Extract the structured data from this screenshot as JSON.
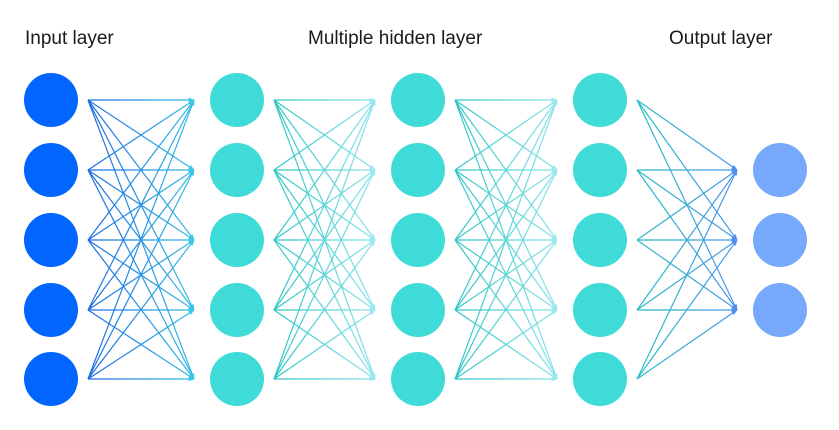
{
  "labels": {
    "input": "Input layer",
    "hidden": "Multiple hidden layer",
    "output": "Output layer"
  },
  "colors": {
    "input_node": "#0066ff",
    "hidden_node": "#3fdbd8",
    "output_node": "#76a8fb",
    "edge_from_input_start": "#1a63e0",
    "edge_from_input_end": "#39c9e6",
    "edge_hidden_start": "#24c2c0",
    "edge_hidden_end": "#9ae9f2",
    "edge_to_output_start": "#24c2c0",
    "edge_to_output_end": "#4f8ff0"
  },
  "network": {
    "layers": [
      {
        "role": "input",
        "nodes": 5
      },
      {
        "role": "hidden",
        "nodes": 5
      },
      {
        "role": "hidden",
        "nodes": 5
      },
      {
        "role": "hidden",
        "nodes": 5
      },
      {
        "role": "output",
        "nodes": 3
      }
    ],
    "fully_connected": true,
    "arrowheads": true
  }
}
